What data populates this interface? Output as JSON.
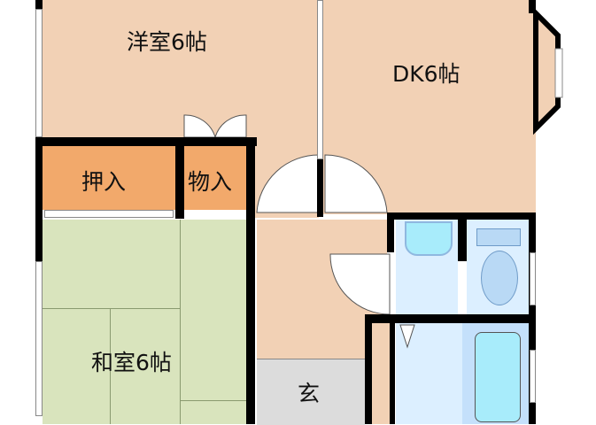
{
  "rooms": {
    "western": {
      "label": "洋室6帖",
      "color": "#f2d1b5"
    },
    "dk": {
      "label": "DK6帖",
      "color": "#f2d1b5"
    },
    "closet": {
      "label": "押入",
      "color": "#f2a96b"
    },
    "storage": {
      "label": "物入",
      "color": "#f2a96b"
    },
    "japanese": {
      "label": "和室6帖",
      "color": "#d9e4bd"
    },
    "entrance": {
      "label": "玄",
      "color": "#dcdcdc"
    }
  },
  "colors": {
    "wall": "#000000",
    "wet_area": "#dcefff",
    "fixture": "#a8ecfb"
  }
}
